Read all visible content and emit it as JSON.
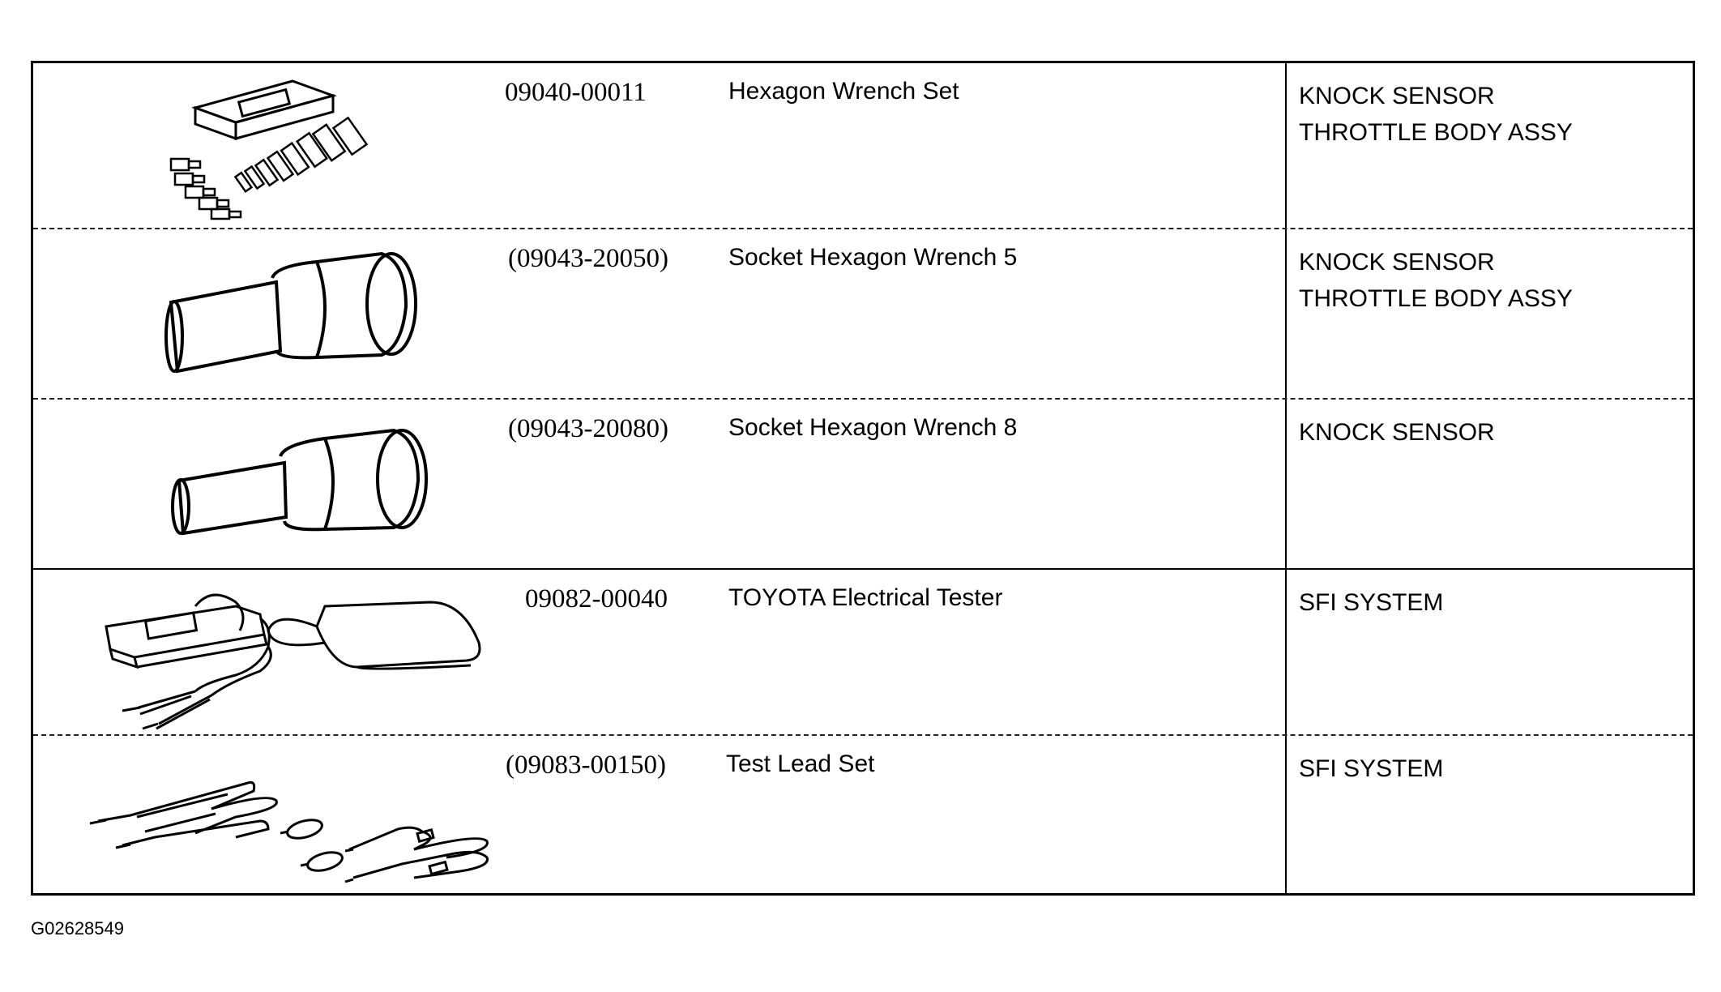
{
  "rows": [
    {
      "part_no": "09040-00011",
      "tool": "Hexagon Wrench Set",
      "icon": "hexagon-wrench-set-illustration",
      "usage": [
        "KNOCK SENSOR",
        "THROTTLE BODY ASSY"
      ]
    },
    {
      "part_no": "(09043-20050)",
      "tool": "Socket Hexagon Wrench 5",
      "icon": "socket-hexagon-wrench-illustration",
      "usage": [
        "KNOCK SENSOR",
        "THROTTLE BODY ASSY"
      ]
    },
    {
      "part_no": "(09043-20080)",
      "tool": "Socket Hexagon Wrench 8",
      "icon": "socket-hexagon-wrench-illustration",
      "usage": [
        "KNOCK SENSOR"
      ]
    },
    {
      "part_no": "09082-00040",
      "tool": "TOYOTA Electrical Tester",
      "icon": "electrical-tester-illustration",
      "usage": [
        "SFI SYSTEM"
      ]
    },
    {
      "part_no": "(09083-00150)",
      "tool": "Test Lead Set",
      "icon": "test-lead-set-illustration",
      "usage": [
        "SFI SYSTEM"
      ]
    }
  ],
  "figure_id": "G02628549"
}
